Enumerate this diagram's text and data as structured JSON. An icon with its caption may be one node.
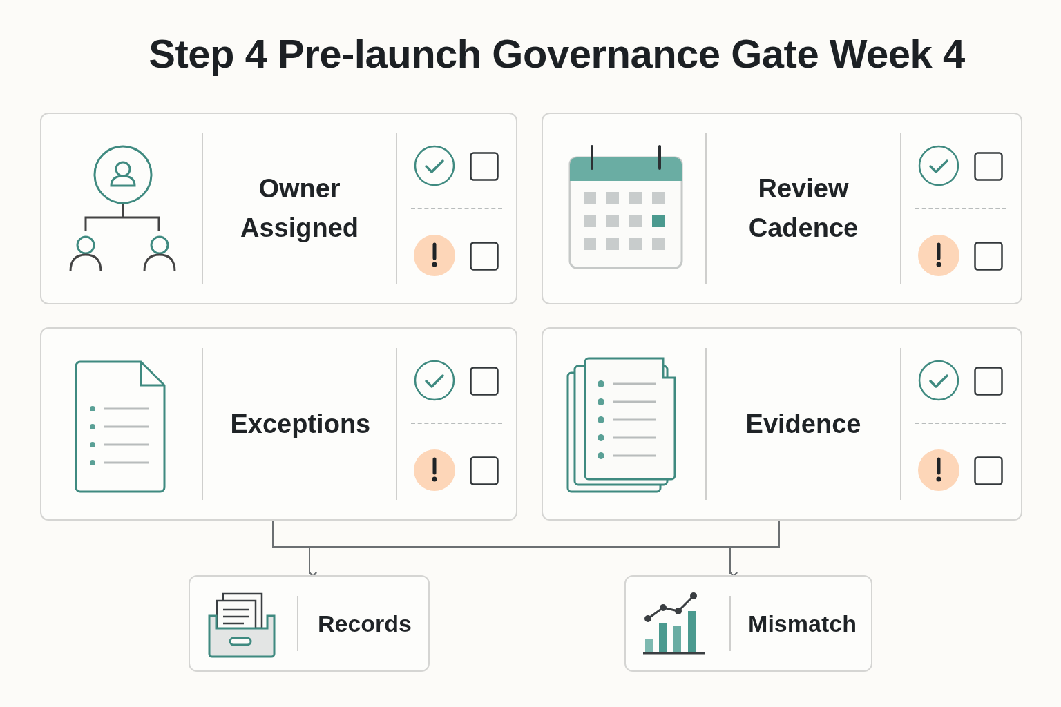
{
  "diagram": {
    "title": "Step 4 Pre-launch Governance Gate Week 4",
    "nodes": [
      {
        "text": [
          "Owner Assigned"
        ]
      },
      {
        "text": [
          "Review Cadence"
        ]
      },
      {
        "text": [
          "Exceptions"
        ]
      },
      {
        "text": [
          "Evidence"
        ]
      },
      {
        "text": [
          "Records"
        ]
      },
      {
        "text": [
          "Mismatch"
        ]
      }
    ],
    "edges": [
      {
        "from": 2,
        "to": 4,
        "arrow": "to"
      },
      {
        "from": 2,
        "to": 5,
        "arrow": "to"
      },
      {
        "from": 3,
        "to": 4,
        "arrow": "to"
      },
      {
        "from": 3,
        "to": 5,
        "arrow": "to"
      }
    ]
  }
}
